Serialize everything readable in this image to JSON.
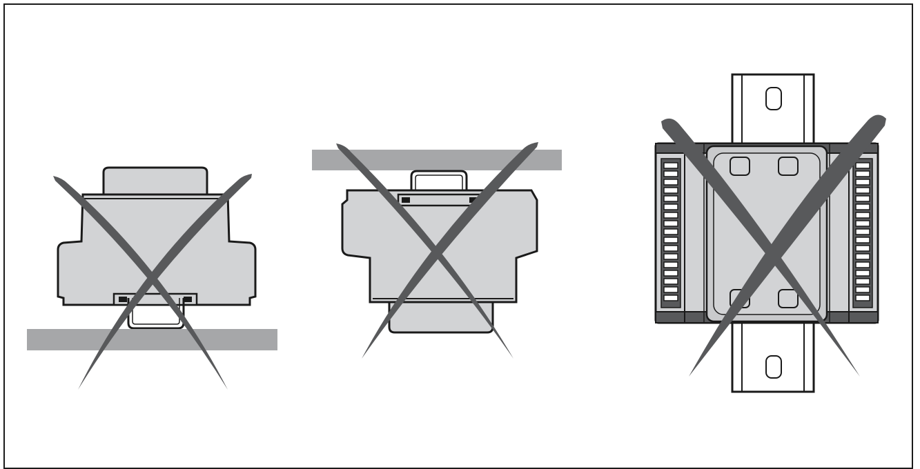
{
  "figure": {
    "panels": [
      {
        "id": "panel-left",
        "description_label": ""
      },
      {
        "id": "panel-middle",
        "description_label": ""
      },
      {
        "id": "panel-right",
        "description_label": ""
      }
    ],
    "colors": {
      "outline": "#1a1a1a",
      "device_fill": "#d2d3d5",
      "rail_bar": "#a6a7a9",
      "cross_mark": "#58595b",
      "background": "#ffffff"
    },
    "icon_names": [
      "cross-mark-icon",
      "din-rail-icon",
      "device-body-icon"
    ]
  }
}
